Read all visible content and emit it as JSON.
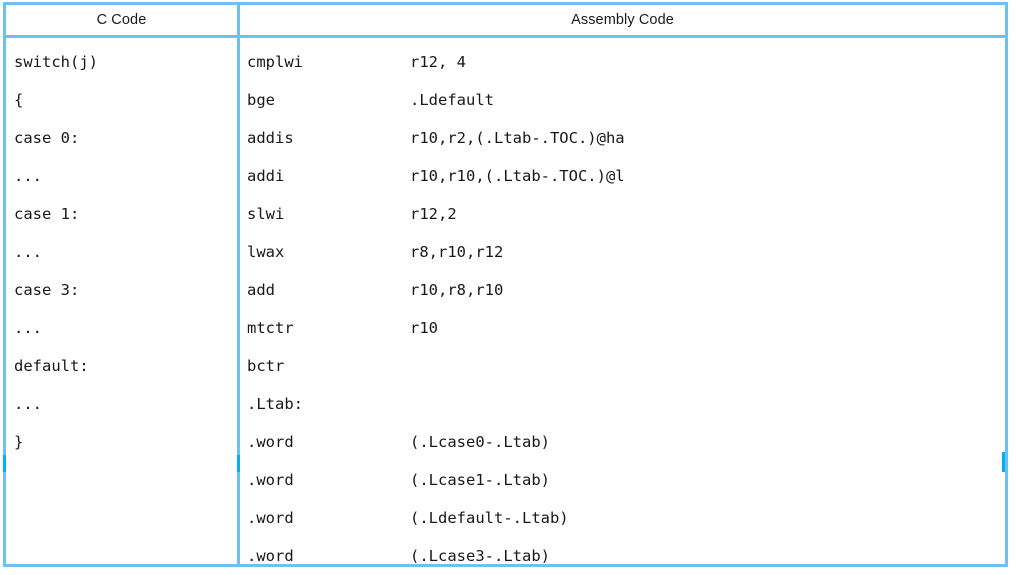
{
  "table": {
    "headers": {
      "c_code": "C Code",
      "assembly_code": "Assembly Code"
    },
    "c_rows": [
      "switch(j)",
      "{",
      "case 0:",
      "...",
      "case 1:",
      "...",
      "case 3:",
      "...",
      "default:",
      "...",
      "}",
      "",
      "",
      ""
    ],
    "asm_rows": [
      {
        "mnemonic": "cmplwi",
        "operand": "r12, 4"
      },
      {
        "mnemonic": "bge",
        "operand": ".Ldefault"
      },
      {
        "mnemonic": "addis",
        "operand": "r10,r2,(.Ltab-.TOC.)@ha"
      },
      {
        "mnemonic": "addi",
        "operand": "r10,r10,(.Ltab-.TOC.)@l"
      },
      {
        "mnemonic": "slwi",
        "operand": "r12,2"
      },
      {
        "mnemonic": "lwax",
        "operand": "r8,r10,r12"
      },
      {
        "mnemonic": "add",
        "operand": "r10,r8,r10"
      },
      {
        "mnemonic": "mtctr",
        "operand": "r10"
      },
      {
        "mnemonic": "bctr",
        "operand": ""
      },
      {
        "mnemonic": ".Ltab:",
        "operand": ""
      },
      {
        "mnemonic": ".word",
        "operand": "(.Lcase0-.Ltab)"
      },
      {
        "mnemonic": ".word",
        "operand": "(.Lcase1-.Ltab)"
      },
      {
        "mnemonic": ".word",
        "operand": "(.Ldefault-.Ltab)"
      },
      {
        "mnemonic": ".word",
        "operand": "(.Lcase3-.Ltab)"
      }
    ]
  },
  "colors": {
    "border": "#6fc0f2",
    "border_highlight": "#00b4f0",
    "text": "#181818",
    "background": "#ffffff"
  }
}
